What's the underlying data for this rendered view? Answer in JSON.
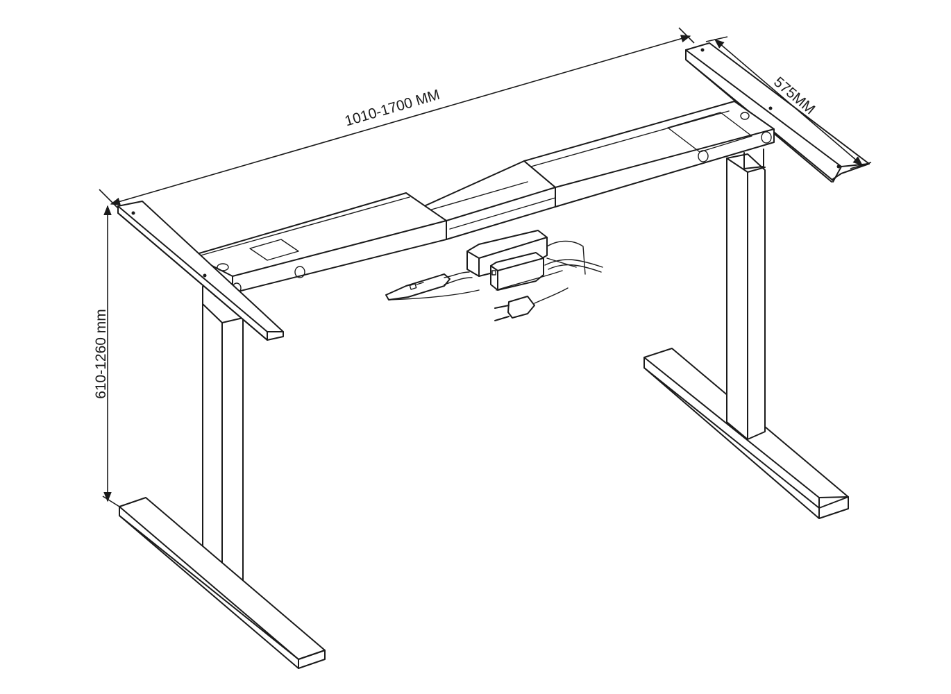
{
  "dimensions": {
    "width_label": "1010-1700 MM",
    "depth_label": "575MM",
    "height_label": "610-1260 mm"
  },
  "parts": [
    "left-foot",
    "left-leg-column",
    "left-top-bracket",
    "telescopic-crossbar",
    "right-top-bracket",
    "right-leg-column",
    "right-foot",
    "control-box",
    "hand-controller",
    "power-plug"
  ],
  "colors": {
    "line": "#1a1a1a",
    "background": "#ffffff"
  }
}
